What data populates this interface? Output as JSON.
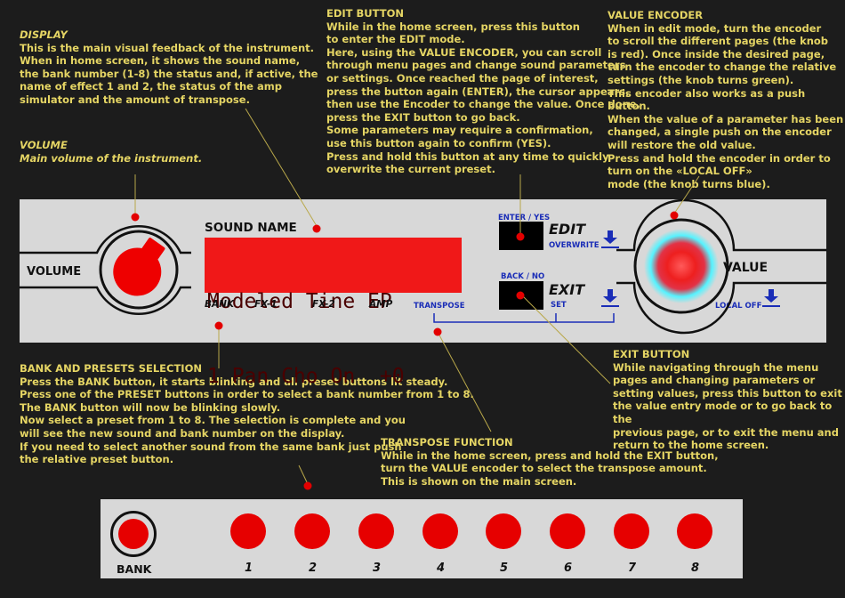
{
  "notes": {
    "display": {
      "heading": "DISPLAY",
      "text": "This is the main visual feedback of the instrument.\nWhen in home screen, it shows the sound name,\nthe bank number (1-8) the status and, if active, the\nname of effect 1 and 2, the status of the amp\nsimulator and the amount of transpose."
    },
    "volume": {
      "heading": "VOLUME",
      "text": "Main volume of the instrument."
    },
    "edit_button": {
      "heading": "EDIT BUTTON",
      "text": "While in the home screen, press this button\nto enter the EDIT mode.\nHere, using the VALUE ENCODER, you can scroll\nthrough menu pages and change sound parameters\nor settings. Once reached the page of interest,\npress the button again (ENTER), the cursor appears,\nthen use the Encoder to change the value. Once done,\npress the EXIT button to go back.\nSome parameters may require a confirmation,\nuse this button again to confirm (YES).\nPress and hold this button at any time to quickly\noverwrite the current preset."
    },
    "value_encoder": {
      "heading": "VALUE ENCODER",
      "text": "When in edit mode, turn the encoder\nto scroll the different pages (the knob\nis red). Once inside the desired page,\nturn the encoder to change the relative\nsettings (the knob turns green).\nThis encoder also works as a push button.\nWhen the value of a parameter has been\nchanged, a single push on the encoder\nwill restore the old value.\nPress and hold the encoder in order to\nturn on the «LOCAL OFF»\nmode (the knob turns blue)."
    },
    "bank": {
      "heading": "BANK AND PRESETS SELECTION",
      "text": "Press the BANK button, it starts blinking and all preset buttons lit steady.\nPress one of the PRESET buttons in order to select a bank number from 1 to 8.\nThe BANK button will now be blinking slowly.\nNow select a preset from 1 to 8. The selection is complete and you\nwill see the new sound and bank number on the display.\nIf you need to select another sound from the same bank just push\nthe relative preset button."
    },
    "exit_button": {
      "heading": "EXIT BUTTON",
      "text": "While navigating through the menu\npages and changing parameters or\nsetting values, press this button to exit\nthe value entry mode or to go back to the\nprevious page, or to exit the menu and\nreturn to the home screen."
    },
    "transpose": {
      "heading": "TRANSPOSE FUNCTION",
      "text": "While in the home screen, press and hold the EXIT button,\nturn the VALUE encoder to select the transpose amount.\nThis is shown on the main screen."
    }
  },
  "panel": {
    "volume_label": "VOLUME",
    "value_label": "VALUE",
    "sound_name_label": "SOUND NAME",
    "lcd_line1": "Modeled Tine EP",
    "lcd_line2": "1 Pan Cho On  +0",
    "status_labels": [
      "BANK",
      "FX-1",
      "FX-2",
      "AMP"
    ],
    "transpose_label": "TRANSPOSE",
    "edit": {
      "top": "ENTER / YES",
      "label": "EDIT",
      "sub": "OVERWRITE"
    },
    "exit": {
      "top": "BACK / NO",
      "label": "EXIT",
      "sub": "SET"
    },
    "local_off": "LOCAL OFF"
  },
  "presets": {
    "bank_label": "BANK",
    "numbers": [
      "1",
      "2",
      "3",
      "4",
      "5",
      "6",
      "7",
      "8"
    ]
  },
  "colors": {
    "background": "#1c1c1c",
    "annotation_text": "#e5d564",
    "panel": "#d8d8d8",
    "lcd": "#f01818",
    "accent_red": "#e30000",
    "accent_blue": "#1a2db7",
    "encoder_glow": "#5ff0ff"
  }
}
